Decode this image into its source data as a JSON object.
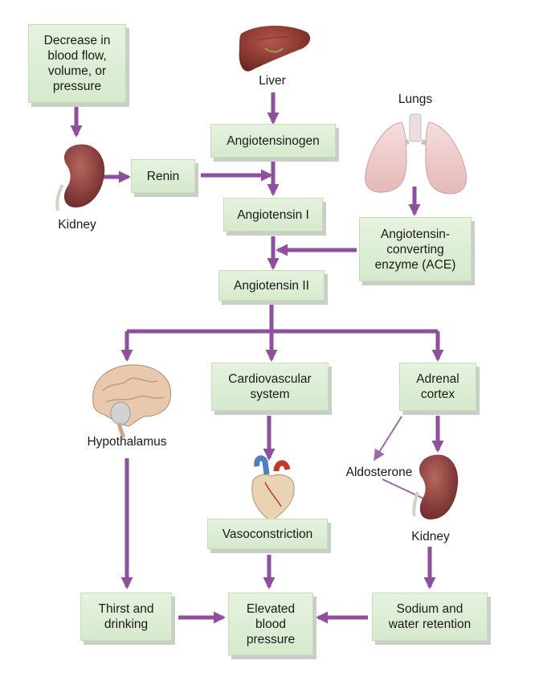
{
  "boxes": {
    "decrease": "Decrease in\nblood flow,\nvolume, or\npressure",
    "angiotensinogen": "Angiotensinogen",
    "renin": "Renin",
    "angiotensin_1": "Angiotensin I",
    "ace": "Angiotensin-\nconverting\nenzyme (ACE)",
    "angiotensin_2": "Angiotensin II",
    "cardiovascular": "Cardiovascular\nsystem",
    "adrenal": "Adrenal\ncortex",
    "vasoconstriction": "Vasoconstriction",
    "thirst": "Thirst and\ndrinking",
    "elevated": "Elevated\nblood\npressure",
    "sodium": "Sodium and\nwater retention"
  },
  "labels": {
    "liver": "Liver",
    "lungs": "Lungs",
    "kidney_left": "Kidney",
    "hypothalamus": "Hypothalamus",
    "aldosterone": "Aldosterone",
    "kidney_right": "Kidney"
  },
  "colors": {
    "arrow": "#8e4f9c",
    "box_fill": "#dfeed7",
    "box_shadow": "#c9cfc6"
  },
  "icons": [
    "liver-illustration",
    "lungs-illustration",
    "kidney-illustration",
    "brain-illustration",
    "heart-illustration"
  ]
}
